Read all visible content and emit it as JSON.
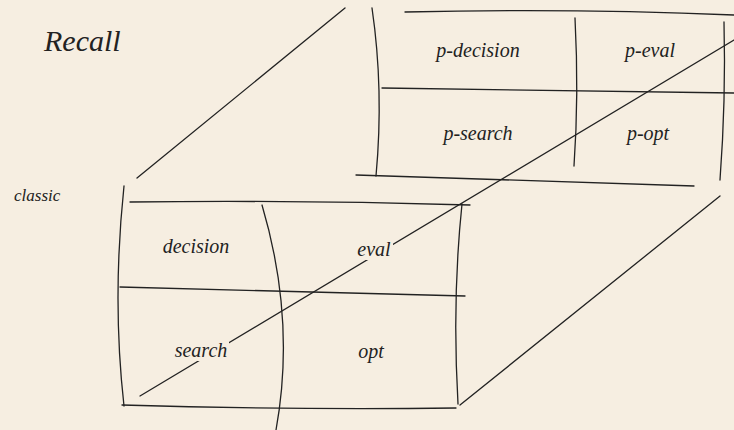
{
  "diagram": {
    "title": "Recall",
    "nodes": [
      {
        "text": [
          "p-decision"
        ]
      },
      {
        "text": [
          "p-eval"
        ]
      },
      {
        "text": [
          "p-search"
        ]
      },
      {
        "text": [
          "p-opt"
        ]
      },
      {
        "text": [
          "decision"
        ]
      },
      {
        "text": [
          "eval"
        ]
      },
      {
        "text": [
          "search"
        ]
      },
      {
        "text": [
          "opt"
        ]
      }
    ],
    "labels": [
      "classic"
    ]
  }
}
